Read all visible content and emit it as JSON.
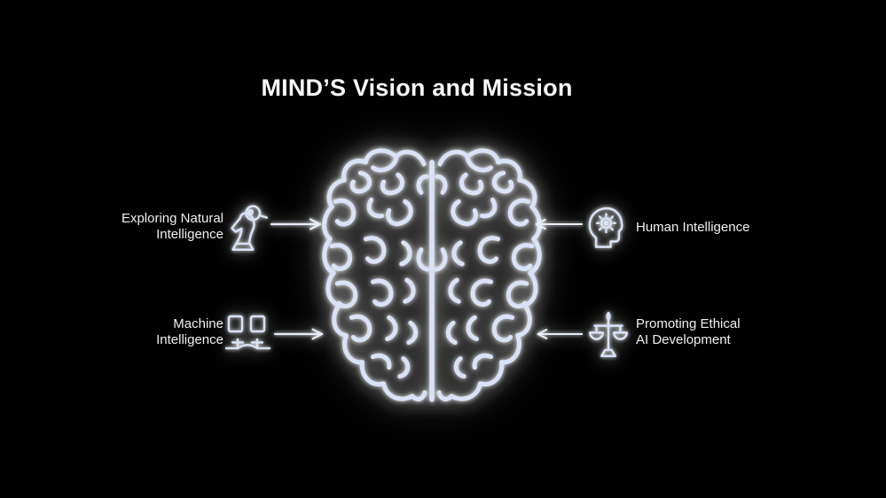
{
  "page": {
    "title": "MIND’S Vision and Mission",
    "background_color": "#000000"
  },
  "colors": {
    "stroke": "#d9e2f7",
    "text": "#f0f0f0",
    "title_text": "#fbfbfb",
    "glow": "#ffffff"
  },
  "brain": {
    "icon": "brain-top-view-illustration"
  },
  "items": {
    "left_top": {
      "line1": "Exploring Natural",
      "line2": "Intelligence",
      "icon": "chess-knight-magnifier-icon",
      "arrow_direction": "right"
    },
    "left_bottom": {
      "line1": "Machine",
      "line2": "Intelligence",
      "icon": "connected-machines-icon",
      "arrow_direction": "right"
    },
    "right_top": {
      "line1": "Human Intelligence",
      "line2": "",
      "icon": "head-gear-icon",
      "arrow_direction": "left"
    },
    "right_bottom": {
      "line1": "Promoting Ethical",
      "line2": "AI Development",
      "icon": "balance-scales-icon",
      "arrow_direction": "left"
    }
  }
}
